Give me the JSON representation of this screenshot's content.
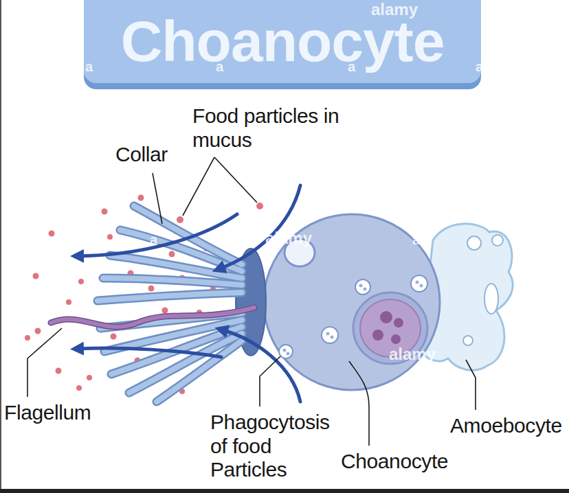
{
  "diagram": {
    "title": "Choanocyte",
    "labels": [
      "Collar",
      "Food particles in mucus",
      "Flagellum",
      "Phagocytosis of food Particles",
      "Choanocyte",
      "Amoebocyte",
      "alamy",
      "alamy",
      "alamy",
      "a",
      "a",
      "a",
      "a",
      "a",
      "a"
    ]
  }
}
